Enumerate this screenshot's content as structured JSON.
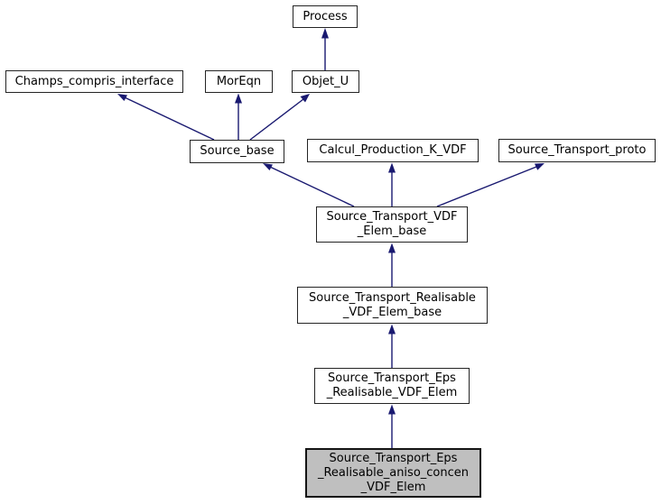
{
  "diagram": {
    "type": "class-inheritance-graph",
    "colors": {
      "arrow": "#191970",
      "node_fill": "#ffffff",
      "node_border": "#242424",
      "highlight_fill": "#bfbfbf",
      "background": "#ffffff"
    },
    "nodes": [
      {
        "label": "Process",
        "lines": [
          "Process"
        ]
      },
      {
        "label": "Champs_compris_interface",
        "lines": [
          "Champs_compris_interface"
        ]
      },
      {
        "label": "MorEqn",
        "lines": [
          "MorEqn"
        ]
      },
      {
        "label": "Objet_U",
        "lines": [
          "Objet_U"
        ]
      },
      {
        "label": "Source_base",
        "lines": [
          "Source_base"
        ]
      },
      {
        "label": "Calcul_Production_K_VDF",
        "lines": [
          "Calcul_Production_K_VDF"
        ]
      },
      {
        "label": "Source_Transport_proto",
        "lines": [
          "Source_Transport_proto"
        ]
      },
      {
        "label": "Source_Transport_VDF_Elem_base",
        "lines": [
          "Source_Transport_VDF",
          "_Elem_base"
        ]
      },
      {
        "label": "Source_Transport_Realisable_VDF_Elem_base",
        "lines": [
          "Source_Transport_Realisable",
          "_VDF_Elem_base"
        ]
      },
      {
        "label": "Source_Transport_Eps_Realisable_VDF_Elem",
        "lines": [
          "Source_Transport_Eps",
          "_Realisable_VDF_Elem"
        ]
      },
      {
        "label": "Source_Transport_Eps_Realisable_aniso_concen_VDF_Elem",
        "lines": [
          "Source_Transport_Eps",
          "_Realisable_aniso_concen",
          "_VDF_Elem"
        ],
        "highlighted": true
      }
    ],
    "edges": [
      {
        "from": "Source_base",
        "to": "Champs_compris_interface"
      },
      {
        "from": "Source_base",
        "to": "MorEqn"
      },
      {
        "from": "Source_base",
        "to": "Objet_U"
      },
      {
        "from": "Objet_U",
        "to": "Process"
      },
      {
        "from": "Source_Transport_VDF_Elem_base",
        "to": "Source_base"
      },
      {
        "from": "Source_Transport_VDF_Elem_base",
        "to": "Calcul_Production_K_VDF"
      },
      {
        "from": "Source_Transport_VDF_Elem_base",
        "to": "Source_Transport_proto"
      },
      {
        "from": "Source_Transport_Realisable_VDF_Elem_base",
        "to": "Source_Transport_VDF_Elem_base"
      },
      {
        "from": "Source_Transport_Eps_Realisable_VDF_Elem",
        "to": "Source_Transport_Realisable_VDF_Elem_base"
      },
      {
        "from": "Source_Transport_Eps_Realisable_aniso_concen_VDF_Elem",
        "to": "Source_Transport_Eps_Realisable_VDF_Elem"
      }
    ]
  }
}
